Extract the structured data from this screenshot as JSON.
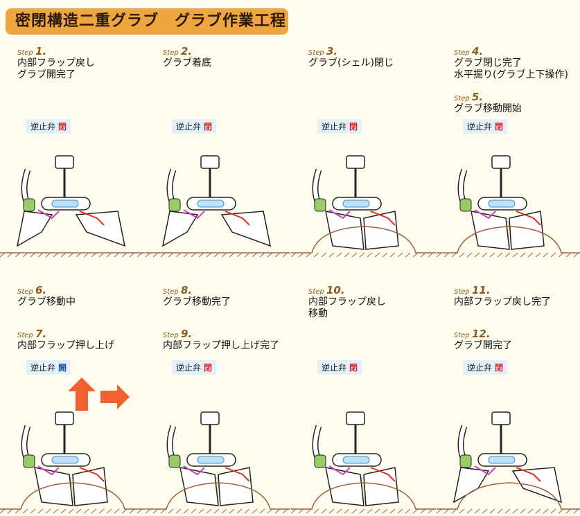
{
  "title": "密閉構造二重グラブ　グラブ作業工程",
  "valve_label": "逆止弁",
  "colors": {
    "closed": "#e0202a",
    "open": "#1f4f9a",
    "title_bg": "#f0a640",
    "arrow": "#f06030"
  },
  "cells": [
    {
      "steps": [
        {
          "label": "Step",
          "num": "1.",
          "text": "内部フラップ戻し\nグラブ開完了"
        }
      ],
      "valve": "閉",
      "valve_state": "closed",
      "phase": "open"
    },
    {
      "steps": [
        {
          "label": "Step",
          "num": "2.",
          "text": "グラブ着底"
        }
      ],
      "valve": "閉",
      "valve_state": "closed",
      "phase": "open"
    },
    {
      "steps": [
        {
          "label": "Step",
          "num": "3.",
          "text": "グラブ(シェル)閉じ"
        }
      ],
      "valve": "閉",
      "valve_state": "closed",
      "phase": "closing"
    },
    {
      "steps": [
        {
          "label": "Step",
          "num": "4.",
          "text": "グラブ閉じ完了\n水平掘り(グラブ上下操作)"
        },
        {
          "label": "Step",
          "num": "5.",
          "text": "グラブ移動開始"
        }
      ],
      "valve": "閉",
      "valve_state": "closed",
      "phase": "closed"
    },
    {
      "steps": [
        {
          "label": "Step",
          "num": "6.",
          "text": "グラブ移動中"
        },
        {
          "label": "Step",
          "num": "7.",
          "text": "内部フラップ押し上げ"
        }
      ],
      "valve": "開",
      "valve_state": "open",
      "phase": "closed"
    },
    {
      "steps": [
        {
          "label": "Step",
          "num": "8.",
          "text": "グラブ移動完了"
        },
        {
          "label": "Step",
          "num": "9.",
          "text": "内部フラップ押し上げ完了"
        }
      ],
      "valve": "閉",
      "valve_state": "closed",
      "phase": "closed"
    },
    {
      "steps": [
        {
          "label": "Step",
          "num": "10.",
          "text": "内部フラップ戻し\n移動"
        }
      ],
      "valve": "閉",
      "valve_state": "closed",
      "phase": "closed"
    },
    {
      "steps": [
        {
          "label": "Step",
          "num": "11.",
          "text": "内部フラップ戻し完了"
        },
        {
          "label": "Step",
          "num": "12.",
          "text": "グラブ開完了"
        }
      ],
      "valve": "閉",
      "valve_state": "closed",
      "phase": "open"
    }
  ]
}
